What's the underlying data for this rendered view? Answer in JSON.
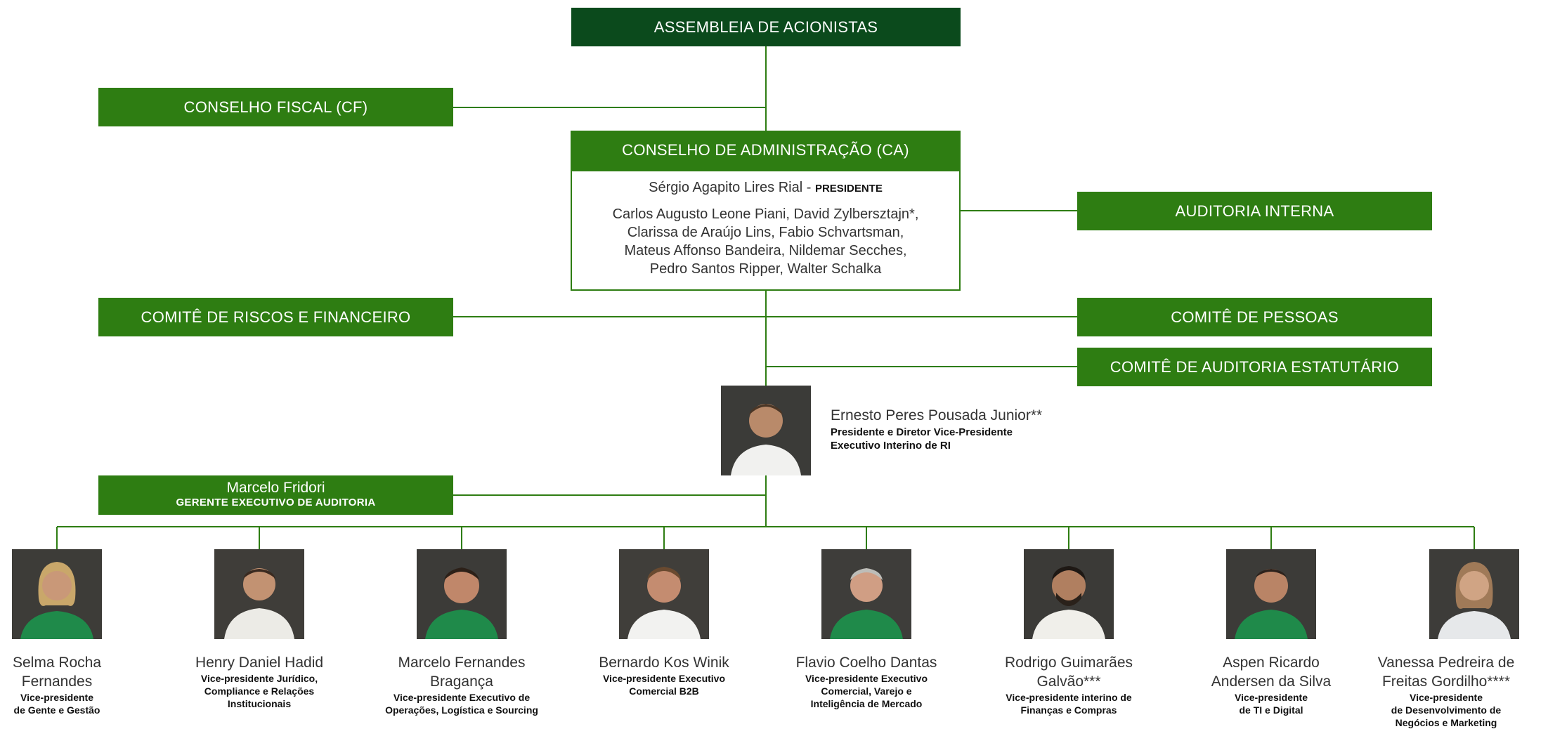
{
  "header": {
    "title": "ASSEMBLEIA DE ACIONISTAS"
  },
  "fiscal": {
    "label": "CONSELHO FISCAL (CF)"
  },
  "board": {
    "title": "CONSELHO DE ADMINISTRAÇÃO (CA)",
    "president_name": "Sérgio Agapito Lires Rial -",
    "president_role": "PRESIDENTE",
    "members": [
      "Carlos Augusto Leone Piani, David Zylbersztajn*,",
      "Clarissa de Araújo Lins, Fabio Schvartsman,",
      "Mateus Affonso Bandeira, Nildemar Secches,",
      "Pedro Santos Ripper, Walter Schalka"
    ]
  },
  "internal_audit": {
    "label": "AUDITORIA INTERNA"
  },
  "risk_committee": {
    "label": "COMITÊ DE RISCOS E FINANCEIRO"
  },
  "people_committee": {
    "label": "COMITÊ DE PESSOAS"
  },
  "audit_committee": {
    "label": "COMITÊ DE AUDITORIA ESTATUTÁRIO"
  },
  "ceo": {
    "name": "Ernesto Peres Pousada Junior**",
    "role_1": "Presidente e Diretor Vice-Presidente",
    "role_2": "Executivo Interino de RI"
  },
  "audit_manager": {
    "name": "Marcelo Fridori",
    "role": "GERENTE EXECUTIVO DE AUDITORIA"
  },
  "vps": [
    {
      "name": [
        "Selma Rocha",
        "Fernandes"
      ],
      "role": [
        "Vice-presidente",
        "de Gente e Gestão"
      ]
    },
    {
      "name": [
        "Henry Daniel Hadid"
      ],
      "role": [
        "Vice-presidente Jurídico,",
        "Compliance e Relações",
        "Institucionais"
      ]
    },
    {
      "name": [
        "Marcelo Fernandes",
        "Bragança"
      ],
      "role": [
        "Vice-presidente Executivo de",
        "Operações, Logística e Sourcing"
      ]
    },
    {
      "name": [
        "Bernardo Kos Winik"
      ],
      "role": [
        "Vice-presidente Executivo",
        "Comercial B2B"
      ]
    },
    {
      "name": [
        "Flavio Coelho Dantas"
      ],
      "role": [
        "Vice-presidente Executivo",
        "Comercial, Varejo e",
        "Inteligência de Mercado"
      ]
    },
    {
      "name": [
        "Rodrigo Guimarães",
        "Galvão***"
      ],
      "role": [
        "Vice-presidente interino de",
        "Finanças e Compras"
      ]
    },
    {
      "name": [
        "Aspen Ricardo",
        "Andersen da Silva"
      ],
      "role": [
        "Vice-presidente",
        "de TI e Digital"
      ]
    },
    {
      "name": [
        "Vanessa Pedreira de",
        "Freitas Gordilho****"
      ],
      "role": [
        "Vice-presidente",
        "de Desenvolvimento de",
        "Negócios e Marketing"
      ]
    }
  ],
  "colors": {
    "dark_green": "#0b4a1c",
    "green": "#2e7d12",
    "line": "#2e7d12"
  }
}
